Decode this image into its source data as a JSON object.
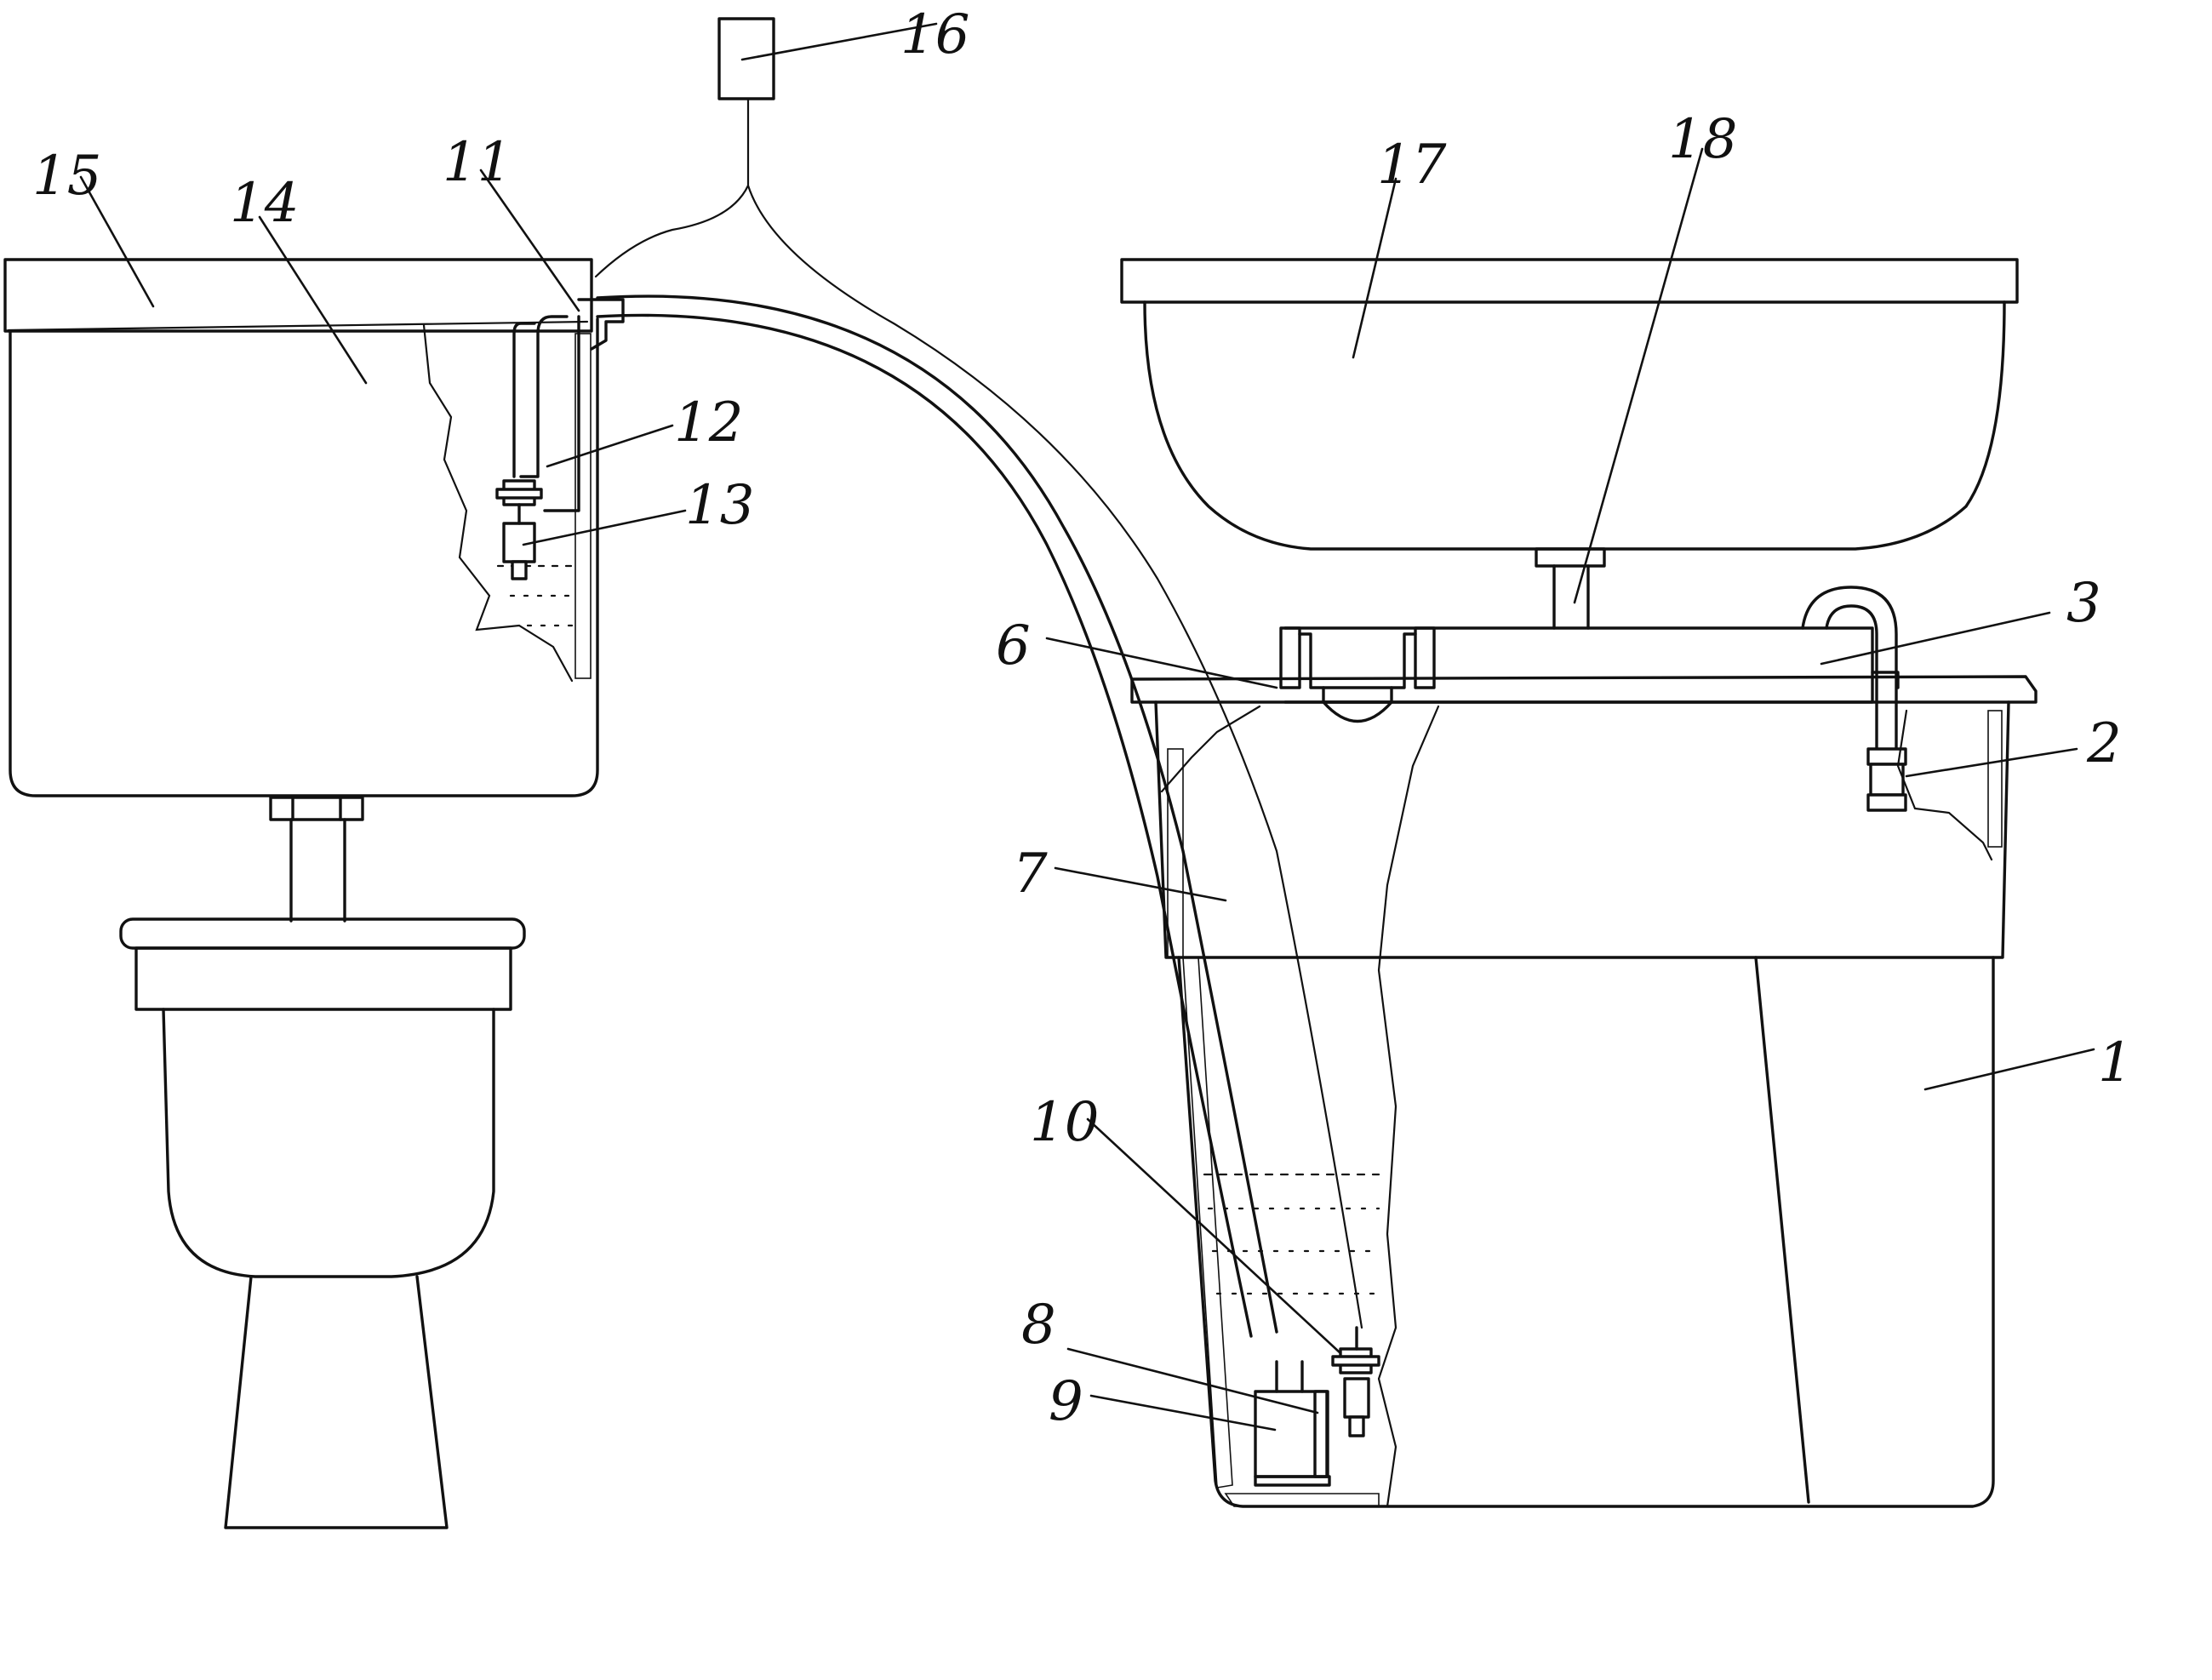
{
  "labels": {
    "l1": "1",
    "l2": "2",
    "l3": "3",
    "l6": "6",
    "l7": "7",
    "l8": "8",
    "l9": "9",
    "l10": "10",
    "l11": "11",
    "l12": "12",
    "l13": "13",
    "l14": "14",
    "l15": "15",
    "l16": "16",
    "l17": "17",
    "l18": "18"
  }
}
